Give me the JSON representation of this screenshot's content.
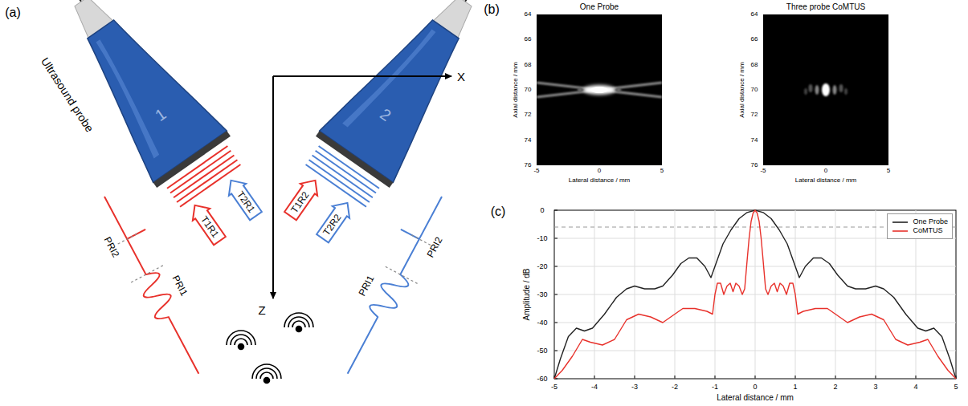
{
  "diagram": {
    "nodes": [
      {
        "text": [
          "1"
        ]
      },
      {
        "text": [
          "2"
        ]
      },
      {
        "text": [
          "T1R1"
        ]
      },
      {
        "text": [
          "T2R1"
        ]
      },
      {
        "text": [
          "T1R2"
        ]
      },
      {
        "text": [
          "T2R2"
        ]
      }
    ],
    "labels": [
      "(a)",
      "Ultrasound probe",
      "X",
      "Z",
      "PRI2",
      "PRI1",
      "PRI2",
      "PRI1",
      "(b)",
      "One Probe",
      "Three probe CoMTUS",
      "64",
      "66",
      "68",
      "70",
      "72",
      "74",
      "76",
      "-5",
      "0",
      "5",
      "Axial distance / mm",
      "Lateral distance / mm",
      "64",
      "66",
      "68",
      "70",
      "72",
      "74",
      "76",
      "-5",
      "0",
      "5",
      "Axial distance / mm",
      "Lateral distance / mm",
      "(c)",
      "0",
      "-10",
      "-20",
      "-30",
      "-40",
      "-50",
      "-60",
      "-5",
      "-4",
      "-3",
      "-2",
      "-1",
      "0",
      "1",
      "2",
      "3",
      "4",
      "5",
      "Amplitude / dB",
      "Lateral distance / mm"
    ],
    "legend": [
      {
        "text": "One Probe"
      },
      {
        "text": "CoMTUS"
      }
    ]
  }
}
